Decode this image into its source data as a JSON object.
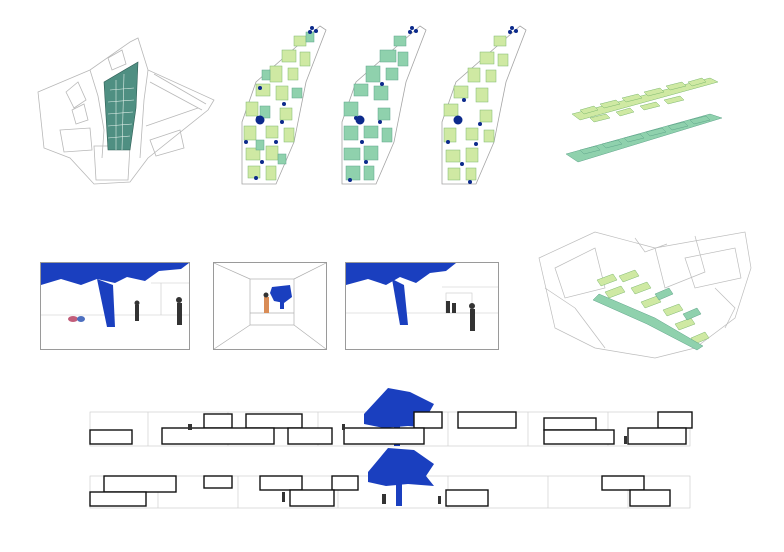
{
  "colors": {
    "background": "#ffffff",
    "linework": "#b5b5b5",
    "light_green": "#cfe9a3",
    "teal_green": "#8fd1ad",
    "dark_teal": "#4f8f82",
    "tree_blue": "#1a3fbf",
    "dot_navy": "#0c2a8c",
    "frame_grey": "#9a9a9a",
    "section_black": "#111111"
  },
  "icons": {
    "tree": "cedar-tree-silhouette",
    "people": "human-figure-cutouts"
  },
  "views": {
    "site_plan": "site-plan-with-hatched-block",
    "plan_variants": [
      "plan-variant-a",
      "plan-variant-b",
      "plan-variant-c"
    ],
    "exploded_axon": "exploded-axonometric-roof-layers",
    "perspectives": [
      "perspective-under-tree",
      "perspective-passage",
      "perspective-courtyard"
    ],
    "context_axon": "context-axonometric",
    "sections": [
      "long-section-a",
      "long-section-b"
    ]
  }
}
